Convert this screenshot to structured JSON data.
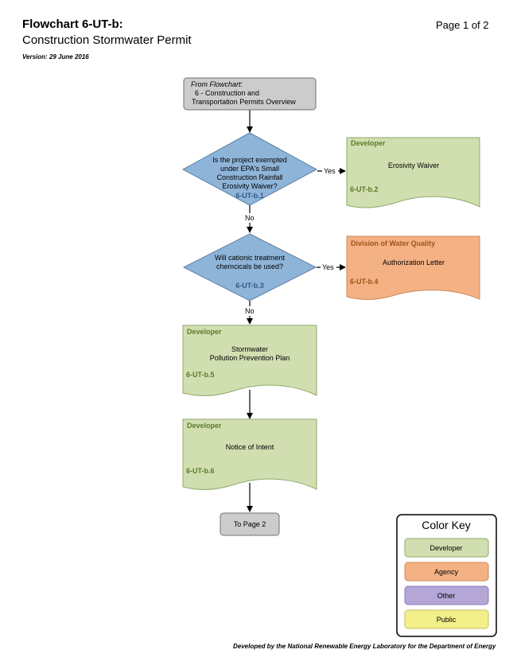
{
  "header": {
    "title": "Flowchart 6-UT-b:",
    "subtitle": "Construction Stormwater Permit",
    "version": "Version: 29 June 2016",
    "page": "Page 1 of 2"
  },
  "flow": {
    "start": {
      "line1_italic": "From Flowchart",
      "line1_colon": ":",
      "line2": "6 - Construction and",
      "line3": "Transportation Permits Overview"
    },
    "decision1": {
      "lines": [
        "Is the project exempted",
        "under EPA's Small",
        "Construction Rainfall",
        "Erosivity Waiver?"
      ],
      "code": "6-UT-b.1"
    },
    "decision2": {
      "lines": [
        "Will cationic treatment",
        "chemcicals be used?"
      ],
      "code": "6-UT-b.3"
    },
    "doc_waiver": {
      "header": "Developer",
      "text": "Erosivity Waiver",
      "code": "6-UT-b.2"
    },
    "doc_authorization": {
      "header": "Division of Water Quality",
      "text": "Authorization Letter",
      "code": "6-UT-b.4"
    },
    "doc_swppp": {
      "header": "Developer",
      "lines": [
        "Stormwater",
        "Pollution Prevention Plan"
      ],
      "code": "6-UT-b.5"
    },
    "doc_noi": {
      "header": "Developer",
      "text": "Notice of Intent",
      "code": "6-UT-b.6"
    },
    "end": {
      "text": "To Page 2"
    },
    "edges": {
      "yes1": "Yes",
      "no1": "No",
      "yes2": "Yes",
      "no2": "No"
    }
  },
  "color_key": {
    "title": "Color Key",
    "items": [
      {
        "label": "Developer",
        "color": "#d1dfb0"
      },
      {
        "label": "Agency",
        "color": "#f4b183"
      },
      {
        "label": "Other",
        "color": "#b4a7d6"
      },
      {
        "label": "Public",
        "color": "#f3f08a"
      }
    ]
  },
  "colors": {
    "developer_fill": "#d1dfb0",
    "agency_fill": "#f4b183",
    "decision_fill": "#8eb4d8",
    "terminal_fill": "#cccccc"
  },
  "footer": "Developed by the National Renewable Energy Laboratory for the Department of Energy"
}
